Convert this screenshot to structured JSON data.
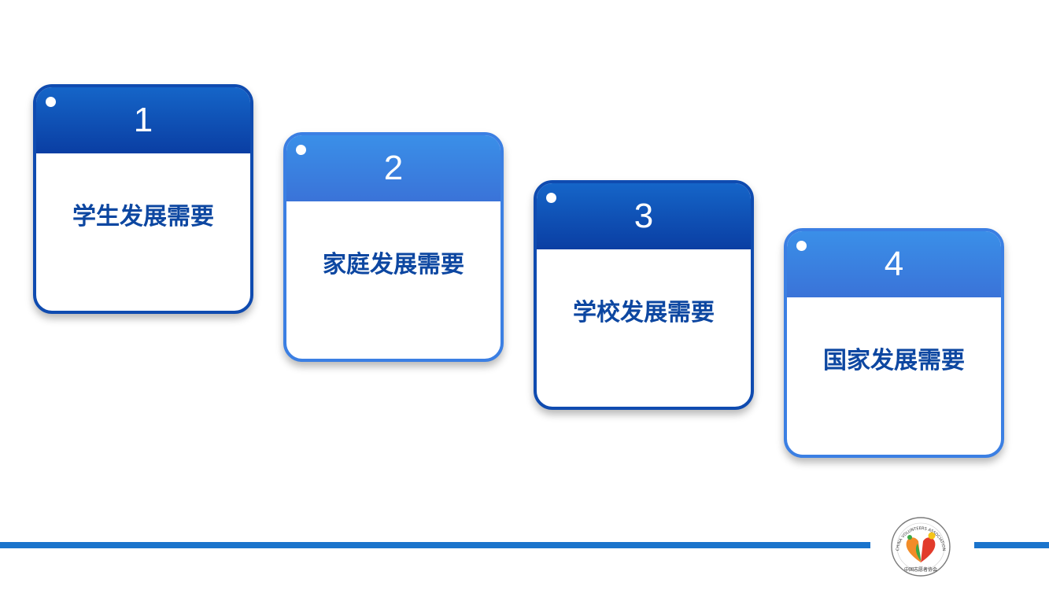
{
  "cards": [
    {
      "number": "1",
      "label": "学生发展需要"
    },
    {
      "number": "2",
      "label": "家庭发展需要"
    },
    {
      "number": "3",
      "label": "学校发展需要"
    },
    {
      "number": "4",
      "label": "国家发展需要"
    }
  ],
  "logo": {
    "ring_text": "CHINA VOLUNTEERS ASSOCIATION",
    "bottom_text": "中国志愿者协会",
    "icon": "heart-emblem-icon"
  },
  "colors": {
    "dark_blue": "#0f4bb0",
    "light_blue": "#3b7fe3",
    "label_text": "#0d47a1",
    "rule_line": "#1a74cc",
    "logo_orange": "#f28c28",
    "logo_red": "#e23b2b",
    "logo_green": "#3aa845",
    "logo_yellow": "#f5c518"
  }
}
